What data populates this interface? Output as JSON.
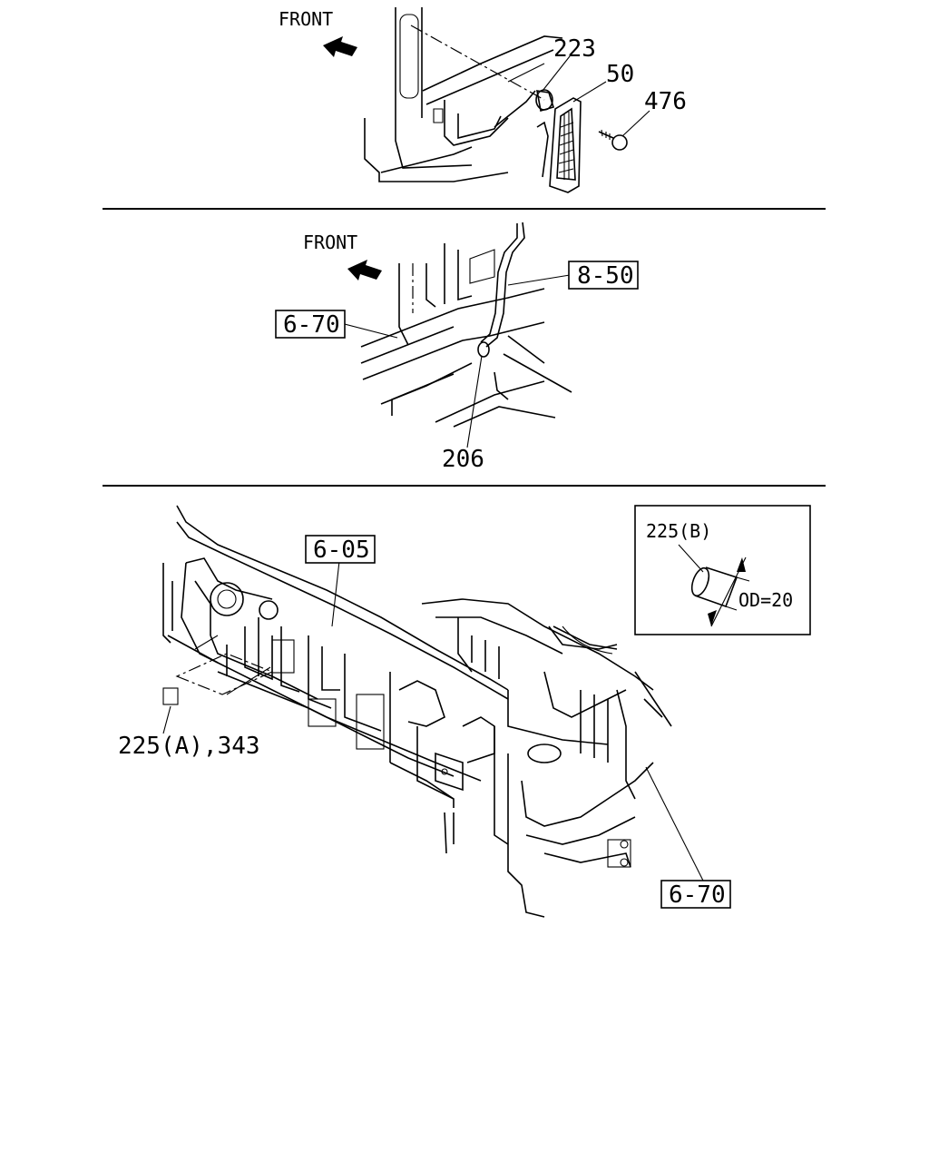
{
  "section1": {
    "front_label": "FRONT",
    "callouts": [
      "223",
      "50",
      "476"
    ]
  },
  "section2": {
    "front_label": "FRONT",
    "ref_boxes": [
      "8-50",
      "6-70"
    ],
    "callouts": [
      "206"
    ]
  },
  "section3": {
    "ref_boxes": [
      "6-05",
      "6-70"
    ],
    "callouts": [
      "225(A),343"
    ],
    "detail_box": {
      "title": "225(B)",
      "dimension": "OD=20"
    }
  }
}
